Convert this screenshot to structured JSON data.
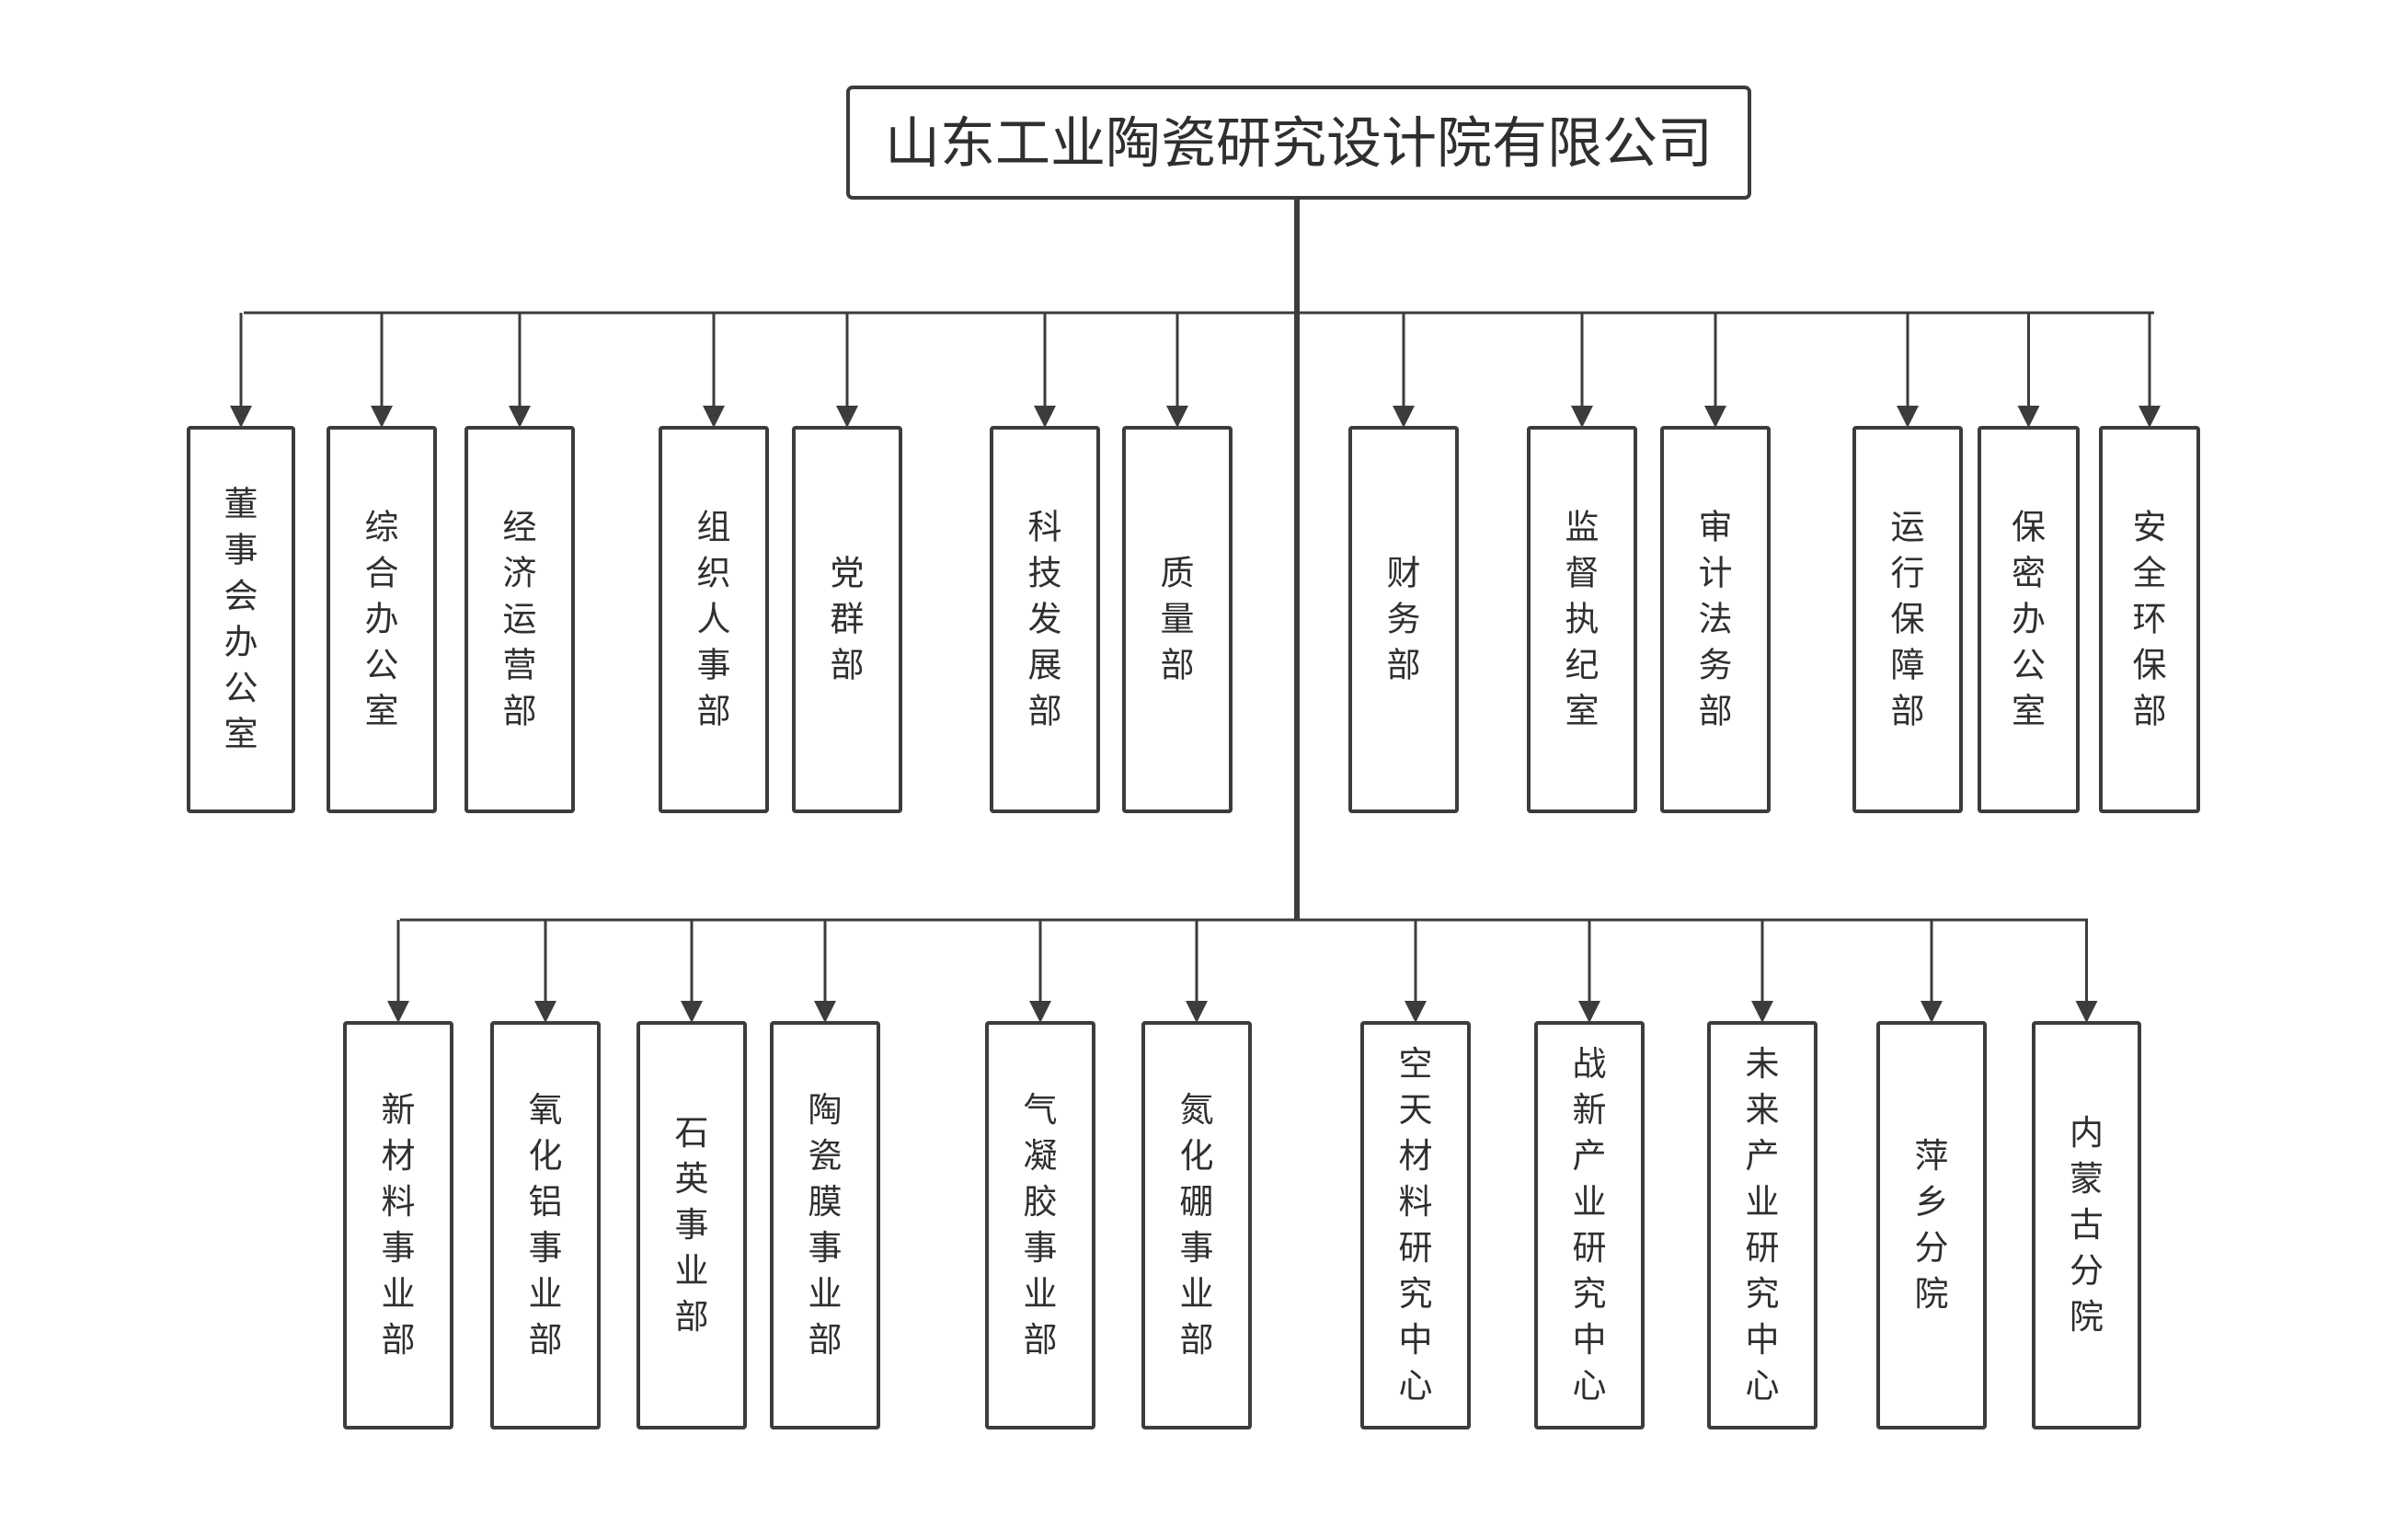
{
  "root": {
    "label": "山东工业陶瓷研究设计院有限公司"
  },
  "row1": [
    {
      "id": "board-office",
      "label": "董事会办公室"
    },
    {
      "id": "general-office",
      "label": "综合办公室"
    },
    {
      "id": "economic-operation",
      "label": "经济运营部"
    },
    {
      "id": "organization-hr",
      "label": "组织人事部"
    },
    {
      "id": "party-mass",
      "label": "党群部"
    },
    {
      "id": "tech-development",
      "label": "科技发展部"
    },
    {
      "id": "quality",
      "label": "质量部"
    },
    {
      "id": "finance",
      "label": "财务部"
    },
    {
      "id": "supervision-discipline",
      "label": "监督执纪室"
    },
    {
      "id": "audit-legal",
      "label": "审计法务部"
    },
    {
      "id": "operation-support",
      "label": "运行保障部"
    },
    {
      "id": "security-office",
      "label": "保密办公室"
    },
    {
      "id": "safety-environment",
      "label": "安全环保部"
    }
  ],
  "row2": [
    {
      "id": "new-materials",
      "label": "新材料事业部"
    },
    {
      "id": "alumina",
      "label": "氧化铝事业部"
    },
    {
      "id": "quartz",
      "label": "石英事业部"
    },
    {
      "id": "ceramic-membrane",
      "label": "陶瓷膜事业部"
    },
    {
      "id": "aerogel",
      "label": "气凝胶事业部"
    },
    {
      "id": "boron-nitride",
      "label": "氮化硼事业部"
    },
    {
      "id": "aerospace-materials-center",
      "label": "空天材料研究中心"
    },
    {
      "id": "strategic-industry-center",
      "label": "战新产业研究中心"
    },
    {
      "id": "future-industry-center",
      "label": "未来产业研究中心"
    },
    {
      "id": "pingxiang-branch",
      "label": "萍乡分院"
    },
    {
      "id": "inner-mongolia-branch",
      "label": "内蒙古分院"
    }
  ]
}
